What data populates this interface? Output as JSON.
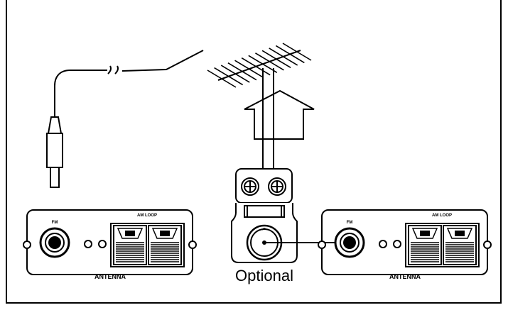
{
  "diagram": {
    "left_panel": {
      "fm_label": "FM",
      "am_label": "AM LOOP",
      "antenna_label": "ANTENNA"
    },
    "right_panel": {
      "fm_label": "FM",
      "am_label": "AM LOOP",
      "antenna_label": "ANTENNA"
    },
    "optional_label": "Optional"
  },
  "colors": {
    "ink": "#000000",
    "paper": "#ffffff"
  }
}
